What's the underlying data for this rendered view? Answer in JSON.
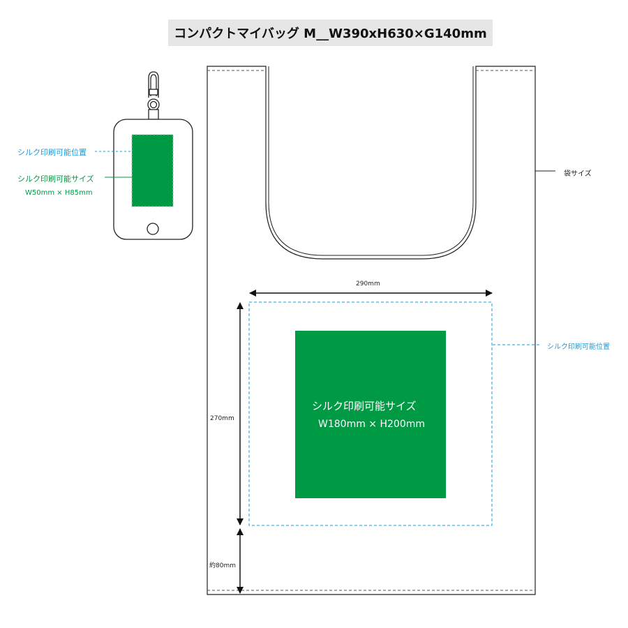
{
  "title": "コンパクトマイバッグ M__W390xH630×G140mm",
  "pouch": {
    "print_position_label": "シルク印刷可能位置",
    "print_size_label": "シルク印刷可能サイズ",
    "print_size_value": "W50mm × H85mm"
  },
  "bag": {
    "size_label": "袋サイズ",
    "width_dim": "290mm",
    "height_dim": "270mm",
    "bottom_dim": "約80mm",
    "print_position_label": "シルク印刷可能位置",
    "print_size_label": "シルク印刷可能サイズ",
    "print_size_value": "W180mm × H200mm"
  },
  "colors": {
    "print_area": "#009944",
    "position_line": "#1a9bd7",
    "outline": "#222222"
  }
}
